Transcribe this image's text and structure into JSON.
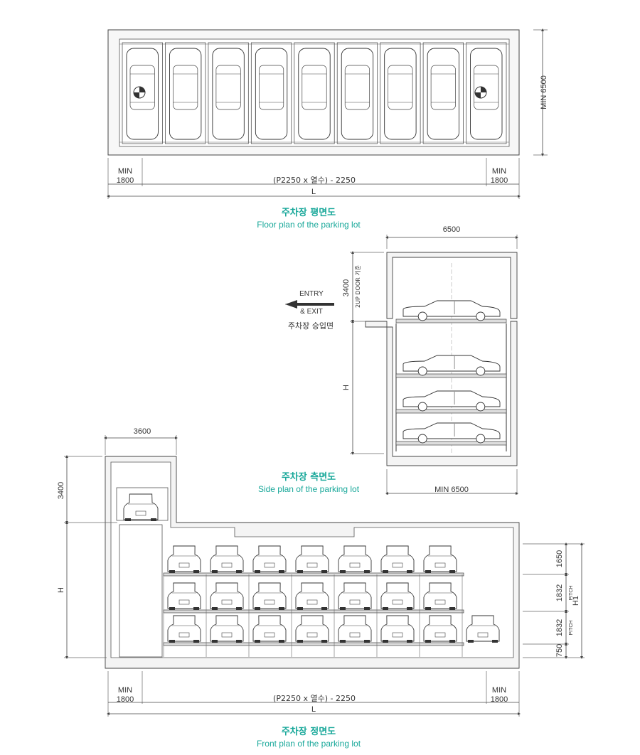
{
  "floor_plan": {
    "dim_height": "MIN 6500",
    "dim_left_top": "MIN",
    "dim_left_bottom": "1800",
    "dim_mid": "(P2250 x 열수) - 2250",
    "dim_right_top": "MIN",
    "dim_right_bottom": "1800",
    "dim_total": "L",
    "bays": 9,
    "caption_kr": "주차장 평면도",
    "caption_en": "Floor plan of the parking lot"
  },
  "side_plan": {
    "dim_top": "6500",
    "dim_upper": "3400",
    "upper_note": "2UP DOOR 기준",
    "entry_label": "ENTRY",
    "exit_label": "& EXIT",
    "floor_label": "주차장 승입면",
    "dim_h": "H",
    "dim_bottom": "MIN 6500",
    "caption_kr": "주차장 측면도",
    "caption_en": "Side plan of the parking lot"
  },
  "front_plan": {
    "dim_top": "3600",
    "dim_upper": "3400",
    "dim_h": "H",
    "dim_h1": "H1",
    "dim_1650": "1650",
    "dim_1832a": "1832",
    "dim_1832b": "1832",
    "dim_750": "750",
    "pitch_label": "PITCH",
    "dim_left_top": "MIN",
    "dim_left_bottom": "1800",
    "dim_mid": "(P2250 x 열수) - 2250",
    "dim_right_top": "MIN",
    "dim_right_bottom": "1800",
    "dim_total": "L",
    "columns": 7,
    "levels": 3,
    "caption_kr": "주차장 정면도",
    "caption_en": "Front plan of the parking lot"
  },
  "colors": {
    "line": "#444444",
    "accent": "#19a89a",
    "concrete": "#f2f2f2"
  }
}
